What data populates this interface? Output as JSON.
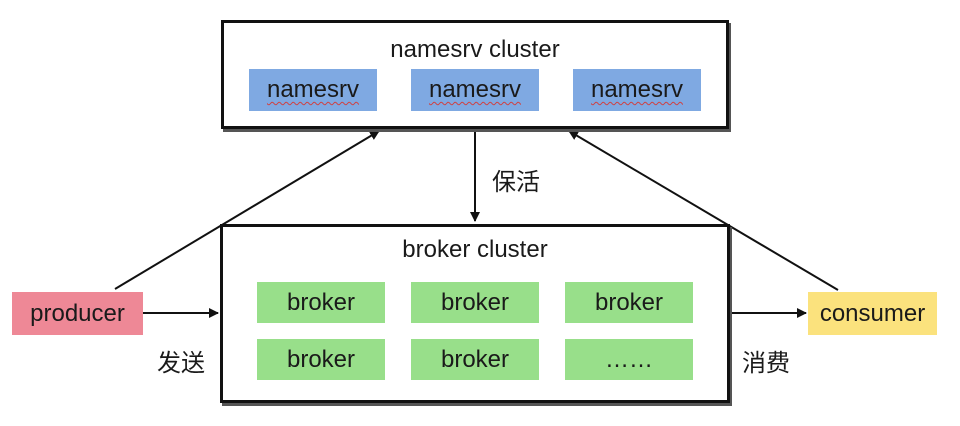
{
  "namesrv_cluster": {
    "title": "namesrv cluster",
    "nodes": [
      "namesrv",
      "namesrv",
      "namesrv"
    ]
  },
  "broker_cluster": {
    "title": "broker cluster",
    "nodes": [
      "broker",
      "broker",
      "broker",
      "broker",
      "broker",
      "……"
    ]
  },
  "producer": {
    "label": "producer"
  },
  "consumer": {
    "label": "consumer"
  },
  "edge_labels": {
    "keepalive": "保活",
    "send": "发送",
    "consume": "消费"
  },
  "colors": {
    "namesrv_node": "#7fa9e2",
    "broker_node": "#98df8a",
    "producer": "#ee8896",
    "consumer": "#fbe27d"
  }
}
